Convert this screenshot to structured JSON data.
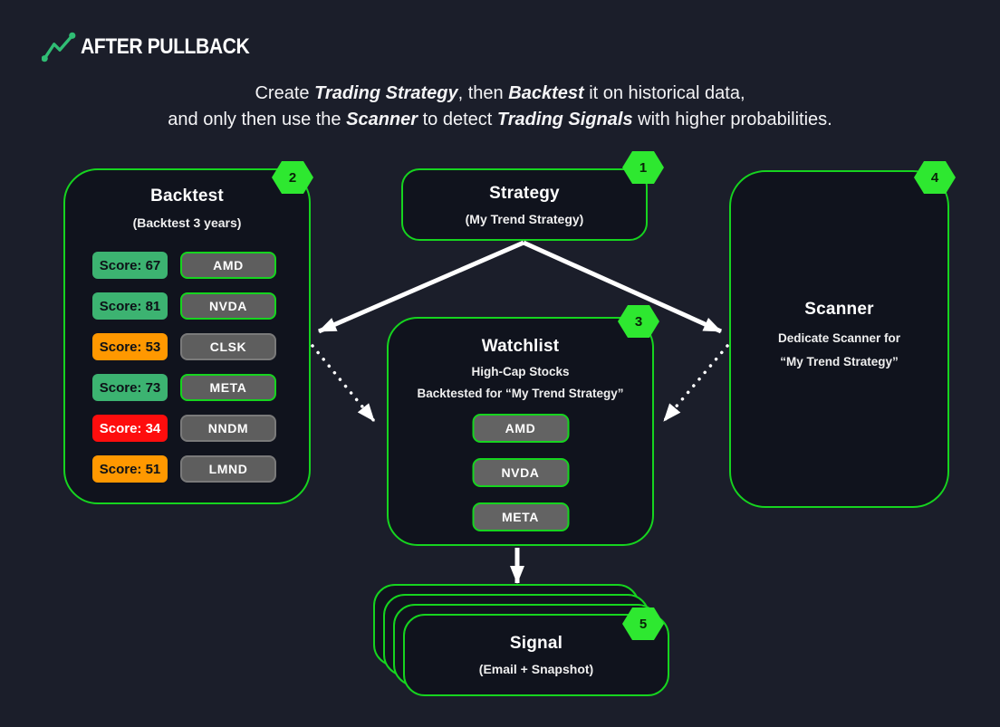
{
  "logo": {
    "icon": "trend-line-icon",
    "text": "AFTER PULLBACK"
  },
  "headline": {
    "line1": {
      "s0": "Create ",
      "s1": "Trading Strategy",
      "s2": ", then ",
      "s3": "Backtest",
      "s4": " it on historical data,"
    },
    "line2": {
      "s0": "and only then use the ",
      "s1": "Scanner",
      "s2": " to detect ",
      "s3": "Trading Signals",
      "s4": " with higher probabilities."
    }
  },
  "colors": {
    "background": "#1b1e2a",
    "panel": "#10131d",
    "accent_green": "#16d41f",
    "badge_green": "#2ee830",
    "score_green": "#3cb371",
    "score_orange": "#ff9800",
    "score_red": "#fe0d0d",
    "chip_gray": "#5e5e5e",
    "chip_border": "#7a7a7a",
    "arrow_white": "#ffffff"
  },
  "boxes": {
    "strategy": {
      "badge": "1",
      "title": "Strategy",
      "subtitle": "(My Trend Strategy)"
    },
    "backtest": {
      "badge": "2",
      "title": "Backtest",
      "subtitle": "(Backtest 3 years)",
      "rows": [
        {
          "score": "Score: 67",
          "ticker": "AMD",
          "score_color": "#3cb371",
          "score_text_color": "#0d1117",
          "highlight": true
        },
        {
          "score": "Score: 81",
          "ticker": "NVDA",
          "score_color": "#3cb371",
          "score_text_color": "#0d1117",
          "highlight": true
        },
        {
          "score": "Score: 53",
          "ticker": "CLSK",
          "score_color": "#ff9800",
          "score_text_color": "#0d1117",
          "highlight": false
        },
        {
          "score": "Score: 73",
          "ticker": "META",
          "score_color": "#3cb371",
          "score_text_color": "#0d1117",
          "highlight": true
        },
        {
          "score": "Score: 34",
          "ticker": "NNDM",
          "score_color": "#fe0d0d",
          "score_text_color": "#ffffff",
          "highlight": false
        },
        {
          "score": "Score: 51",
          "ticker": "LMND",
          "score_color": "#ff9800",
          "score_text_color": "#0d1117",
          "highlight": false
        }
      ]
    },
    "watchlist": {
      "badge": "3",
      "title": "Watchlist",
      "subtitle1": "High-Cap Stocks",
      "subtitle2": "Backtested for “My Trend Strategy”",
      "tickers": [
        "AMD",
        "NVDA",
        "META"
      ]
    },
    "scanner": {
      "badge": "4",
      "title": "Scanner",
      "line1": "Dedicate Scanner for",
      "line2": "“My Trend Strategy”"
    },
    "signal": {
      "badge": "5",
      "title": "Signal",
      "subtitle": "(Email + Snapshot)"
    }
  }
}
